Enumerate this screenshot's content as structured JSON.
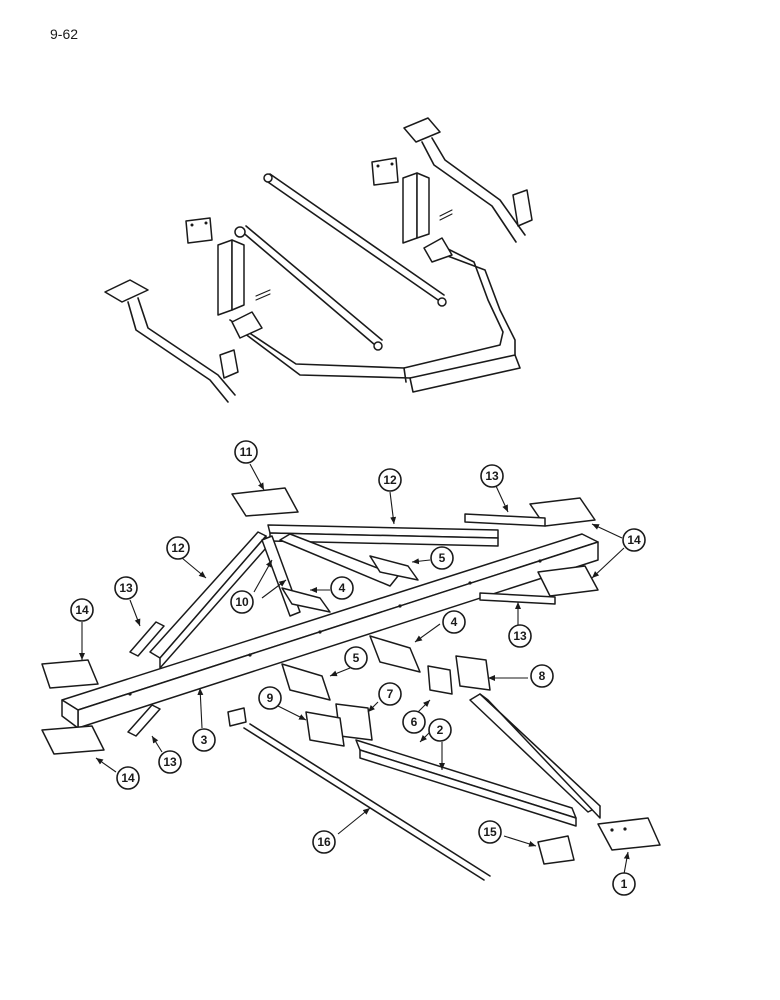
{
  "page": {
    "number": "9-62"
  },
  "callouts": [
    "1",
    "2",
    "3",
    "4",
    "5",
    "6",
    "7",
    "8",
    "9",
    "10",
    "11",
    "12",
    "13",
    "14",
    "15",
    "16"
  ]
}
